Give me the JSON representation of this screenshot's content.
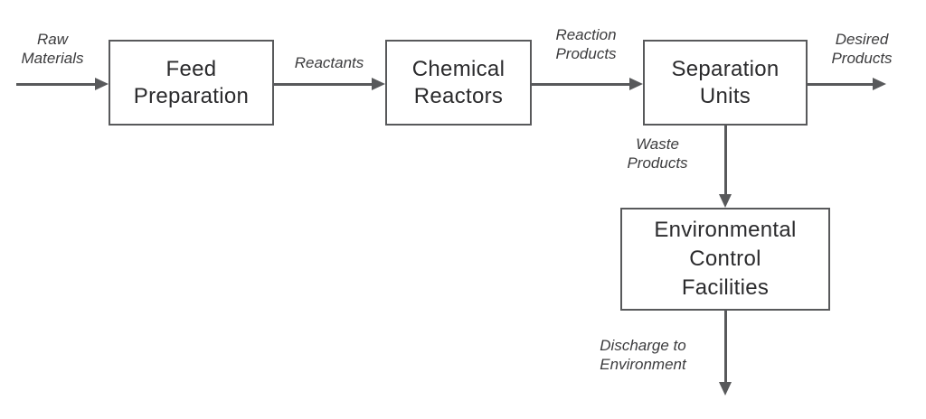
{
  "diagram": {
    "type": "process-flow-diagram",
    "nodes": {
      "feed_preparation": {
        "label": "Feed\nPreparation"
      },
      "chemical_reactors": {
        "label": "Chemical\nReactors"
      },
      "separation_units": {
        "label": "Separation\nUnits"
      },
      "environmental_control": {
        "label": "Environmental\nControl\nFacilities"
      }
    },
    "flows": {
      "raw_materials": {
        "label": "Raw\nMaterials",
        "from": "external",
        "to": "feed_preparation"
      },
      "reactants": {
        "label": "Reactants",
        "from": "feed_preparation",
        "to": "chemical_reactors"
      },
      "reaction_products": {
        "label": "Reaction\nProducts",
        "from": "chemical_reactors",
        "to": "separation_units"
      },
      "desired_products": {
        "label": "Desired\nProducts",
        "from": "separation_units",
        "to": "external"
      },
      "waste_products": {
        "label": "Waste\nProducts",
        "from": "separation_units",
        "to": "environmental_control"
      },
      "discharge": {
        "label": "Discharge to\nEnvironment",
        "from": "environmental_control",
        "to": "external"
      }
    },
    "colors": {
      "background": "#ffffff",
      "line": "#58595b",
      "box_border": "#58595b",
      "box_text": "#2b2b2d",
      "label_text": "#3c3c3e"
    }
  }
}
